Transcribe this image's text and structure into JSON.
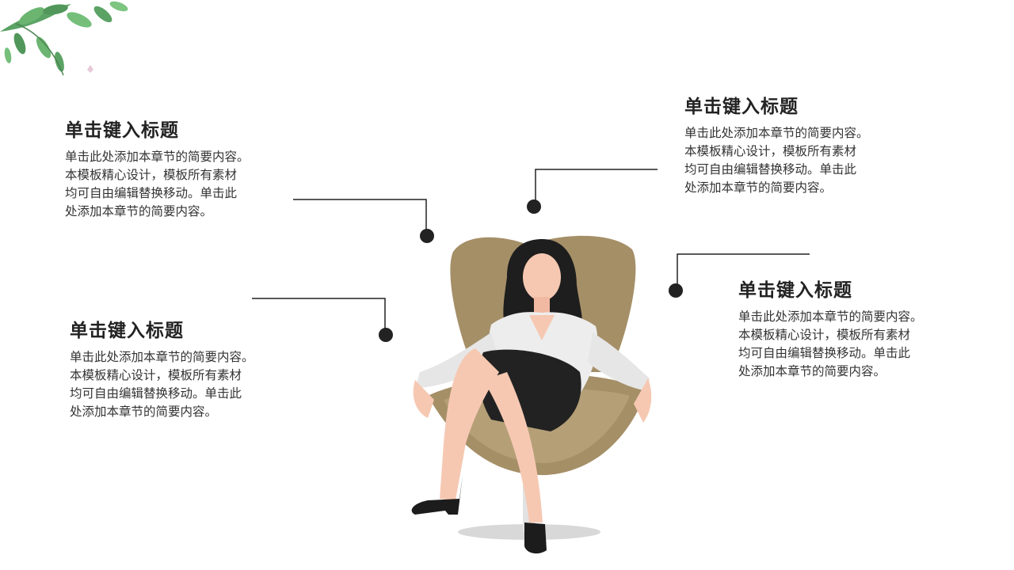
{
  "blocks": [
    {
      "title": "单击键入标题",
      "lines": [
        "单击此处添加本章节的简要内容。",
        "本模板精心设计，模板所有素材",
        "均可自由编辑替换移动。单击此",
        "处添加本章节的简要内容。"
      ]
    },
    {
      "title": "单击键入标题",
      "lines": [
        "单击此处添加本章节的简要内容。",
        "本模板精心设计，模板所有素材",
        "均可自由编辑替换移动。单击此",
        "处添加本章节的简要内容。"
      ]
    },
    {
      "title": "单击键入标题",
      "lines": [
        "单击此处添加本章节的简要内容。",
        "本模板精心设计，模板所有素材",
        "均可自由编辑替换移动。单击此",
        "处添加本章节的简要内容。"
      ]
    },
    {
      "title": "单击键入标题",
      "lines": [
        "单击此处添加本章节的简要内容。",
        "本模板精心设计，模板所有素材",
        "均可自由编辑替换移动。单击此",
        "处添加本章节的简要内容。"
      ]
    }
  ],
  "colors": {
    "text": "#222222",
    "connector": "#222222",
    "chair": "#a58f67",
    "leaf": "#3d8f4a"
  },
  "icons": [
    "leaf-decoration",
    "woman-in-chair-illustration"
  ]
}
